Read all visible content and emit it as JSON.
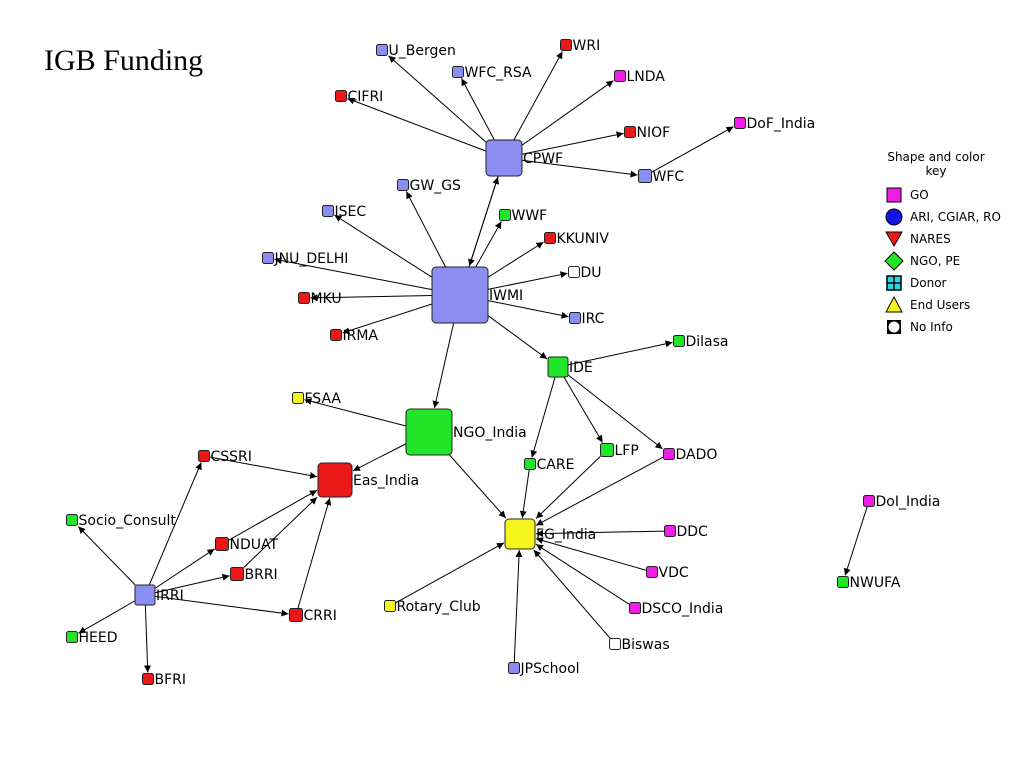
{
  "title": "IGB Funding",
  "colors": {
    "GO": "#ee1ee6",
    "ARI": "#8a8ef0",
    "NARES": "#ea1818",
    "NGO": "#22e52a",
    "END": "#f5f51e",
    "NOINFO": "#ffffff",
    "DONOR": "#25d8e6"
  },
  "legend": {
    "title": "Shape and color key",
    "items": [
      {
        "label": "GO",
        "shape": "square",
        "color": "#ee1ee6"
      },
      {
        "label": "ARI, CGIAR, RO",
        "shape": "circle",
        "color": "#1414e6"
      },
      {
        "label": "NARES",
        "shape": "triangle-down",
        "color": "#ee1818"
      },
      {
        "label": "NGO, PE",
        "shape": "diamond",
        "color": "#22e52a"
      },
      {
        "label": "Donor",
        "shape": "box-plus",
        "color": "#25d8e6"
      },
      {
        "label": "End Users",
        "shape": "triangle-up",
        "color": "#f5f51e"
      },
      {
        "label": "No Info",
        "shape": "circle-square",
        "color": "#ffffff"
      }
    ]
  },
  "nodes": [
    {
      "id": "CPWF",
      "label": "CPWF",
      "type": "ARI"
    },
    {
      "id": "IWMI",
      "label": "IWMI",
      "type": "ARI"
    },
    {
      "id": "U_Bergen",
      "label": "U_Bergen",
      "type": "ARI"
    },
    {
      "id": "WFC_RSA",
      "label": "WFC_RSA",
      "type": "ARI"
    },
    {
      "id": "WRI",
      "label": "WRI",
      "type": "NARES"
    },
    {
      "id": "LNDA",
      "label": "LNDA",
      "type": "GO"
    },
    {
      "id": "CIFRI",
      "label": "CIFRI",
      "type": "NARES"
    },
    {
      "id": "NIOF",
      "label": "NIOF",
      "type": "NARES"
    },
    {
      "id": "DoF_India",
      "label": "DoF_India",
      "type": "GO"
    },
    {
      "id": "WFC",
      "label": "WFC",
      "type": "ARI"
    },
    {
      "id": "GW_GS",
      "label": "GW_GS",
      "type": "ARI"
    },
    {
      "id": "ISEC",
      "label": "ISEC",
      "type": "ARI"
    },
    {
      "id": "WWF",
      "label": "WWF",
      "type": "NGO"
    },
    {
      "id": "KKUNIV",
      "label": "KKUNIV",
      "type": "NARES"
    },
    {
      "id": "JNU_DELHI",
      "label": "JNU_DELHI",
      "type": "ARI"
    },
    {
      "id": "DU",
      "label": "DU",
      "type": "NOINFO"
    },
    {
      "id": "MKU",
      "label": "MKU",
      "type": "NARES"
    },
    {
      "id": "IRC",
      "label": "IRC",
      "type": "ARI"
    },
    {
      "id": "IRMA",
      "label": "IRMA",
      "type": "NARES"
    },
    {
      "id": "Dilasa",
      "label": "Dilasa",
      "type": "NGO"
    },
    {
      "id": "IDE",
      "label": "IDE",
      "type": "NGO"
    },
    {
      "id": "FSAA",
      "label": "FSAA",
      "type": "END"
    },
    {
      "id": "NGO_India",
      "label": "NGO_India",
      "type": "NGO"
    },
    {
      "id": "LFP",
      "label": "LFP",
      "type": "NGO"
    },
    {
      "id": "DADO",
      "label": "DADO",
      "type": "GO"
    },
    {
      "id": "CSSRI",
      "label": "CSSRI",
      "type": "NARES"
    },
    {
      "id": "CARE",
      "label": "CARE",
      "type": "NGO"
    },
    {
      "id": "Eas_India",
      "label": "Eas_India",
      "type": "NARES"
    },
    {
      "id": "DoI_India",
      "label": "DoI_India",
      "type": "GO"
    },
    {
      "id": "Socio_Consult",
      "label": "Socio_Consult",
      "type": "NGO"
    },
    {
      "id": "FG_India",
      "label": "FG_India",
      "type": "END"
    },
    {
      "id": "DDC",
      "label": "DDC",
      "type": "GO"
    },
    {
      "id": "NDUAT",
      "label": "NDUAT",
      "type": "NARES"
    },
    {
      "id": "BRRI",
      "label": "BRRI",
      "type": "NARES"
    },
    {
      "id": "VDC",
      "label": "VDC",
      "type": "GO"
    },
    {
      "id": "NWUFA",
      "label": "NWUFA",
      "type": "NGO"
    },
    {
      "id": "IRRI",
      "label": "IRRI",
      "type": "ARI"
    },
    {
      "id": "Rotary_Club",
      "label": "Rotary_Club",
      "type": "END"
    },
    {
      "id": "DSCO_India",
      "label": "DSCO_India",
      "type": "GO"
    },
    {
      "id": "CRRI",
      "label": "CRRI",
      "type": "NARES"
    },
    {
      "id": "HEED",
      "label": "HEED",
      "type": "NGO"
    },
    {
      "id": "Biswas",
      "label": "Biswas",
      "type": "NOINFO"
    },
    {
      "id": "JPSchool",
      "label": "JPSchool",
      "type": "ARI"
    },
    {
      "id": "BFRI",
      "label": "BFRI",
      "type": "NARES"
    }
  ],
  "edges": [
    [
      "CPWF",
      "U_Bergen"
    ],
    [
      "CPWF",
      "WFC_RSA"
    ],
    [
      "CPWF",
      "WRI"
    ],
    [
      "CPWF",
      "LNDA"
    ],
    [
      "CPWF",
      "CIFRI"
    ],
    [
      "CPWF",
      "NIOF"
    ],
    [
      "CPWF",
      "WFC"
    ],
    [
      "WFC",
      "DoF_India"
    ],
    [
      "CPWF",
      "IWMI"
    ],
    [
      "IWMI",
      "CPWF"
    ],
    [
      "IWMI",
      "GW_GS"
    ],
    [
      "IWMI",
      "ISEC"
    ],
    [
      "IWMI",
      "WWF"
    ],
    [
      "IWMI",
      "KKUNIV"
    ],
    [
      "IWMI",
      "JNU_DELHI"
    ],
    [
      "IWMI",
      "DU"
    ],
    [
      "IWMI",
      "MKU"
    ],
    [
      "IWMI",
      "IRC"
    ],
    [
      "IWMI",
      "IRMA"
    ],
    [
      "IWMI",
      "IDE"
    ],
    [
      "IWMI",
      "NGO_India"
    ],
    [
      "IDE",
      "Dilasa"
    ],
    [
      "IDE",
      "LFP"
    ],
    [
      "IDE",
      "DADO"
    ],
    [
      "IDE",
      "CARE"
    ],
    [
      "NGO_India",
      "FSAA"
    ],
    [
      "NGO_India",
      "Eas_India"
    ],
    [
      "NGO_India",
      "FG_India"
    ],
    [
      "CARE",
      "FG_India"
    ],
    [
      "LFP",
      "FG_India"
    ],
    [
      "DADO",
      "FG_India"
    ],
    [
      "DDC",
      "FG_India"
    ],
    [
      "VDC",
      "FG_India"
    ],
    [
      "DSCO_India",
      "FG_India"
    ],
    [
      "Biswas",
      "FG_India"
    ],
    [
      "JPSchool",
      "FG_India"
    ],
    [
      "Rotary_Club",
      "FG_India"
    ],
    [
      "DoI_India",
      "NWUFA"
    ],
    [
      "IRRI",
      "Socio_Consult"
    ],
    [
      "IRRI",
      "CSSRI"
    ],
    [
      "IRRI",
      "NDUAT"
    ],
    [
      "IRRI",
      "BRRI"
    ],
    [
      "IRRI",
      "CRRI"
    ],
    [
      "IRRI",
      "HEED"
    ],
    [
      "IRRI",
      "BFRI"
    ],
    [
      "NDUAT",
      "Eas_India"
    ],
    [
      "BRRI",
      "Eas_India"
    ],
    [
      "CRRI",
      "Eas_India"
    ],
    [
      "CSSRI",
      "Eas_India"
    ]
  ]
}
